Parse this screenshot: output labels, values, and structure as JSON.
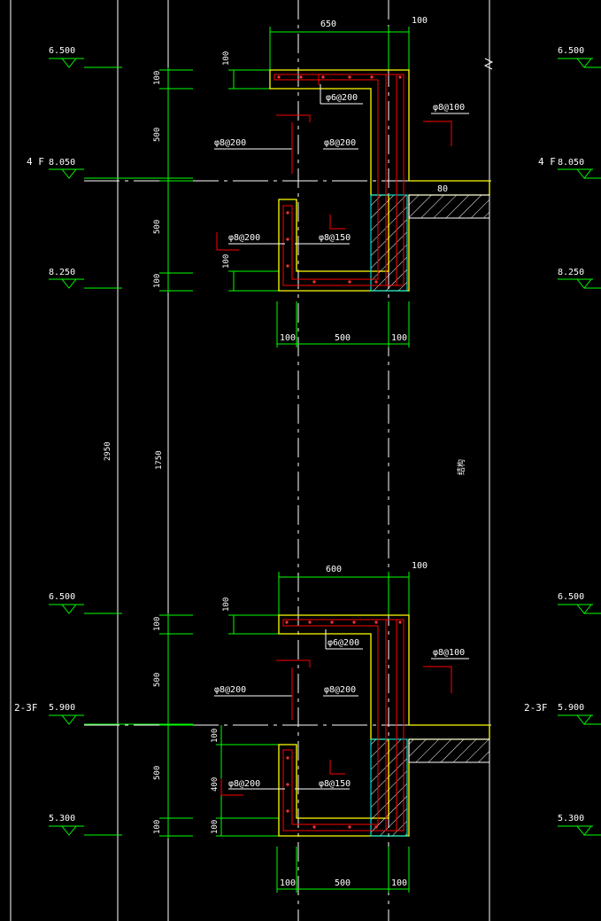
{
  "top_section": {
    "levels": {
      "left": [
        "6.500",
        "8.050",
        "8.250"
      ],
      "right": [
        "6.500",
        "8.050",
        "8.250"
      ]
    },
    "floor_label": "4 F",
    "dims": {
      "top_width": "650",
      "top_right": "100",
      "bottom": [
        "100",
        "500",
        "100"
      ],
      "vertical": [
        "100",
        "500",
        "500",
        "100"
      ],
      "left_small": [
        "100",
        "100"
      ],
      "slab": "80"
    },
    "rebars": [
      "φ6@200",
      "φ8@100",
      "φ8@200",
      "φ8@200",
      "φ8@200",
      "φ8@150"
    ]
  },
  "middle": {
    "dim_total": "2950",
    "dim_middle": "1750",
    "note": "结构"
  },
  "bottom_section": {
    "levels": {
      "left": [
        "6.500",
        "5.900",
        "5.300"
      ],
      "right": [
        "6.500",
        "5.900",
        "5.300"
      ]
    },
    "floor_label": "2-3F",
    "dims": {
      "top_width": "600",
      "top_right": "100",
      "bottom": [
        "100",
        "500",
        "100"
      ],
      "vertical": [
        "100",
        "500",
        "500",
        "100"
      ],
      "left_small": [
        "100",
        "100",
        "400"
      ]
    },
    "rebars": [
      "φ6@200",
      "φ8@100",
      "φ8@200",
      "φ8@200",
      "φ8@200",
      "φ8@150"
    ]
  },
  "colors": {
    "background": "#000000",
    "dim_line": "#00ff00",
    "concrete_outline": "#ffff00",
    "rebar": "#ff0000",
    "axis": "#ffffff",
    "hatch": "#00ffff"
  }
}
